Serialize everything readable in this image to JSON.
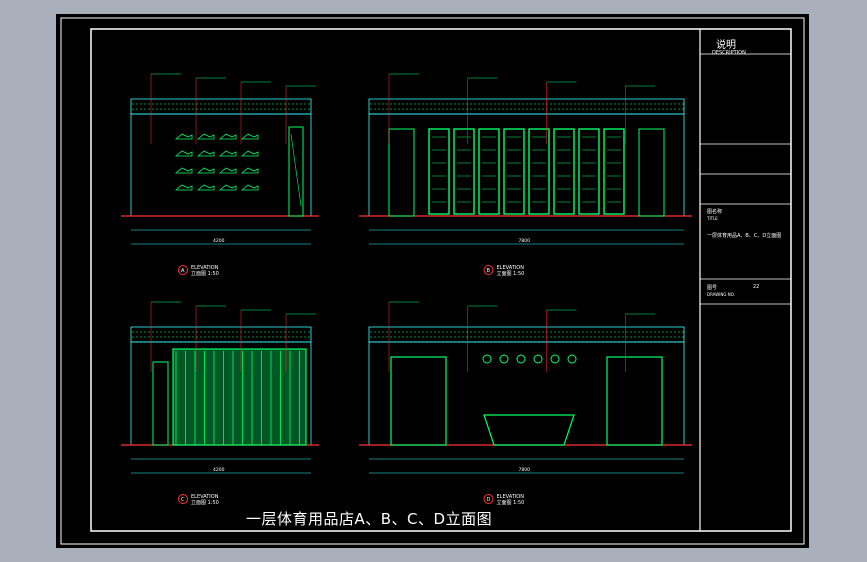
{
  "drawing": {
    "main_title": "一层体育用品店A、B、C、D立面图",
    "title_block": {
      "heading_cn": "说明",
      "heading_en": "DESCRIPTION",
      "title_label": "图名称",
      "title_label_en": "TITLE",
      "title_value": "一层体育用品A、B、C、D立面图",
      "drawing_no_label": "图号",
      "drawing_no_label_en": "DRAWING NO.",
      "drawing_no_value": "22"
    },
    "elevations": [
      {
        "id": "A",
        "label": "ELEVATION",
        "scale_label": "立面图 1:50",
        "total_dim": "4200"
      },
      {
        "id": "B",
        "label": "ELEVATION",
        "scale_label": "立面图 1:50",
        "total_dim": "7800"
      },
      {
        "id": "C",
        "label": "ELEVATION",
        "scale_label": "立面图 1:50",
        "total_dim": "4200"
      },
      {
        "id": "D",
        "label": "ELEVATION",
        "scale_label": "立面图 1:50",
        "total_dim": "7800"
      }
    ],
    "colors": {
      "background": "#000000",
      "frame": "#ffffff",
      "cad_green": "#00ff66",
      "cad_cyan": "#33ffff",
      "cad_red": "#ff3333",
      "cad_yellow": "#ffff66"
    }
  }
}
